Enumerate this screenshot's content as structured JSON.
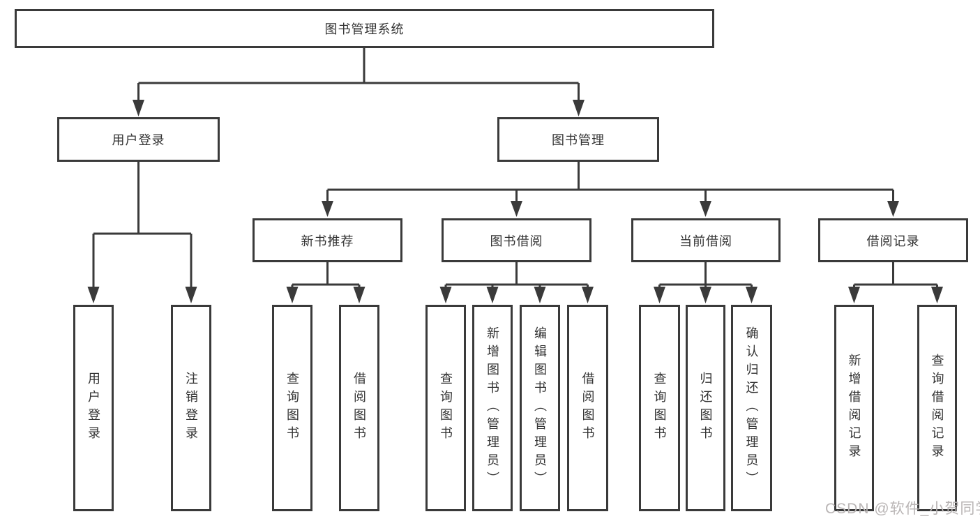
{
  "tree": {
    "root": "图书管理系统",
    "level2": [
      "用户登录",
      "图书管理"
    ],
    "level3": [
      "新书推荐",
      "图书借阅",
      "当前借阅",
      "借阅记录"
    ],
    "leaves_user_login": [
      "用户登录",
      "注销登录"
    ],
    "leaves_new_books": [
      "查询图书",
      "借阅图书"
    ],
    "leaves_book_borrow": [
      "查询图书",
      "新增图书（管理员）",
      "编辑图书（管理员）",
      "借阅图书"
    ],
    "leaves_current_borrow": [
      "查询图书",
      "归还图书",
      "确认归还（管理员）"
    ],
    "leaves_borrow_records": [
      "新增借阅记录",
      "查询借阅记录"
    ]
  },
  "watermark": "CSDN @软件_小贺同学",
  "colors": {
    "line": "#3a3a3a",
    "box_border": "#3a3a3a",
    "text": "#333333",
    "watermark": "#b9b5b5",
    "background": "#ffffff"
  }
}
